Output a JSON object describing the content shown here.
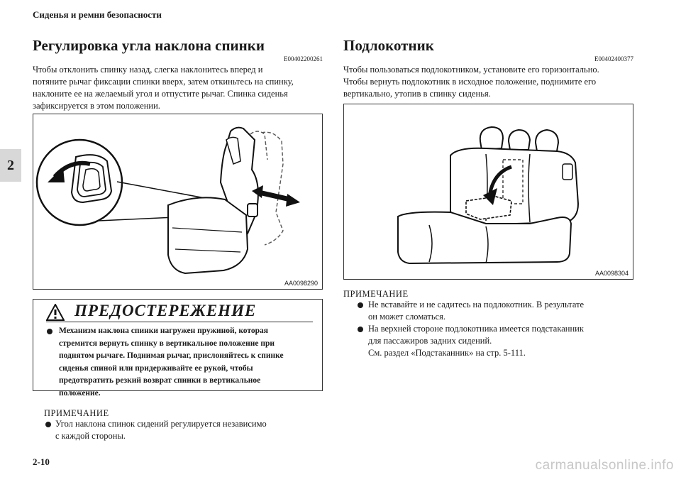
{
  "header": {
    "section_title": "Сиденья и ремни безопасности"
  },
  "chapter_tab": "2",
  "left": {
    "title": "Регулировка угла наклона спинки",
    "code": "E00402200261",
    "paragraph_lines": [
      "Чтобы отклонить спинку назад, слегка наклонитесь вперед и",
      "потяните рычаг фиксации спинки вверх, затем откиньтесь на спинку,",
      "наклоните ее на желаемый угол и отпустите рычаг. Спинка сиденья",
      "зафиксируется в этом положении."
    ],
    "figure_id": "AA0098290",
    "warning": {
      "title": "ПРЕДОСТЕРЕЖЕНИЕ",
      "lines": [
        "Механизм наклона спинки нагружен пружиной, которая",
        "стремится вернуть спинку в вертикальное положение при",
        "поднятом рычаге. Поднимая рычаг, прислоняйтесь к спинке",
        "сиденья спиной или придерживайте ее рукой, чтобы",
        "предотвратить резкий возврат спинки в вертикальное",
        "положение."
      ]
    },
    "note": {
      "label": "ПРИМЕЧАНИЕ",
      "item_lines": [
        "Угол наклона спинок сидений регулируется независимо",
        "с каждой стороны."
      ]
    }
  },
  "right": {
    "title": "Подлокотник",
    "code": "E00402400377",
    "paragraph_lines": [
      "Чтобы пользоваться подлокотником, установите его горизонтально.",
      "Чтобы вернуть подлокотник в исходное положение, поднимите его",
      "вертикально, утопив в спинку сиденья."
    ],
    "figure_id": "AA0098304",
    "note": {
      "label": "ПРИМЕЧАНИЕ",
      "item1_lines": [
        "Не вставайте и не садитесь на подлокотник. В результате",
        "он может сломаться."
      ],
      "item2_lines": [
        "На верхней стороне подлокотника имеется подстаканник",
        "для пассажиров задних сидений.",
        "См. раздел «Подстаканник» на стр. 5-111."
      ]
    }
  },
  "footer": {
    "page_number": "2-10",
    "watermark": "carmanualsonline.info"
  }
}
